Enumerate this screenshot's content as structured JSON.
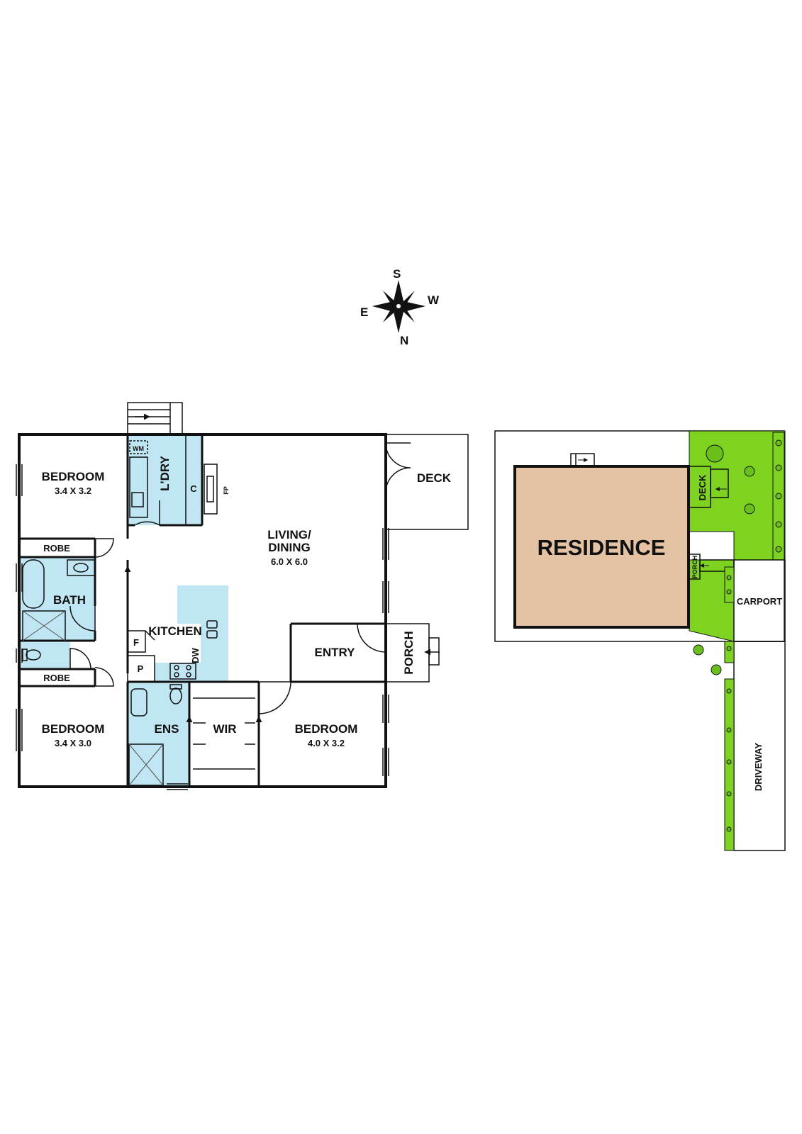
{
  "compass": {
    "top": "S",
    "right": "W",
    "left": "E",
    "bottom": "N"
  },
  "floor_plan": {
    "bedroom_top_left": {
      "name": "BEDROOM",
      "dims": "3.4 X 3.2"
    },
    "laundry": "L'DRY",
    "laundry_wm": "WM",
    "laundry_c": "C",
    "fireplace": "FP",
    "deck": "DECK",
    "living": {
      "name_line1": "LIVING/",
      "name_line2": "DINING",
      "dims": "6.0 X 6.0"
    },
    "robe_top": "ROBE",
    "bath": "BATH",
    "kitchen": "KITCHEN",
    "fridge": "F",
    "pantry": "P",
    "dishwasher": "DW",
    "entry": "ENTRY",
    "porch": "PORCH",
    "robe_bottom": "ROBE",
    "bedroom_bottom_left": {
      "name": "BEDROOM",
      "dims": "3.4 X 3.0"
    },
    "ensuite": "ENS",
    "wir": "WIR",
    "bedroom_bottom_right": {
      "name": "BEDROOM",
      "dims": "4.0 X 3.2"
    }
  },
  "site_plan": {
    "residence": "RESIDENCE",
    "deck": "DECK",
    "porch": "PORCH",
    "carport": "CARPORT",
    "driveway": "DRIVEWAY"
  },
  "colors": {
    "wet_area": "#bfe6f2",
    "residence": "#e3c3a3",
    "garden": "#7ed321",
    "wall": "#111111"
  }
}
